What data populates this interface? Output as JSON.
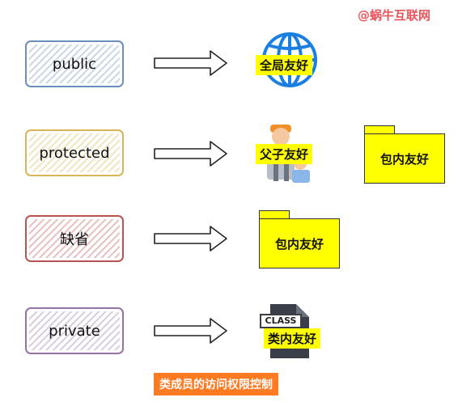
{
  "watermark": "@蜗牛互联网",
  "colors": {
    "public": "#6c8ebf",
    "protected": "#d6b656",
    "default": "#b85450",
    "private": "#9673a6",
    "highlight": "#ffff00",
    "caption_bg": "#ff7a21",
    "watermark": "#e9555d",
    "globe": "#1a7fe0"
  },
  "rows": [
    {
      "modifier": "public",
      "scope": "全局友好",
      "icon": "globe-icon"
    },
    {
      "modifier": "protected",
      "scope": "父子友好",
      "icon": "parent-child-icon",
      "extra_scope": "包内友好",
      "extra_icon": "folder-icon"
    },
    {
      "modifier": "缺省",
      "scope": "包内友好",
      "icon": "folder-icon"
    },
    {
      "modifier": "private",
      "scope": "类内友好",
      "icon": "class-file-icon",
      "icon_label": "CLASS"
    }
  ],
  "caption": "类成员的访问权限控制"
}
